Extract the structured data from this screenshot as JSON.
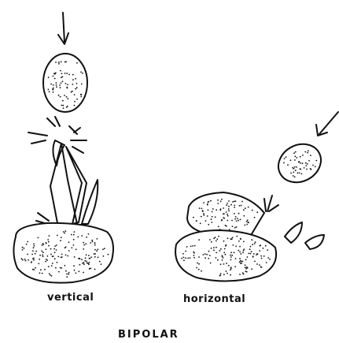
{
  "diagram": {
    "labels": {
      "vertical": "vertical",
      "horizontal": "horizontal",
      "title": "BIPOLAR"
    },
    "colors": {
      "ink": "#111111",
      "background": "#ffffff"
    }
  }
}
